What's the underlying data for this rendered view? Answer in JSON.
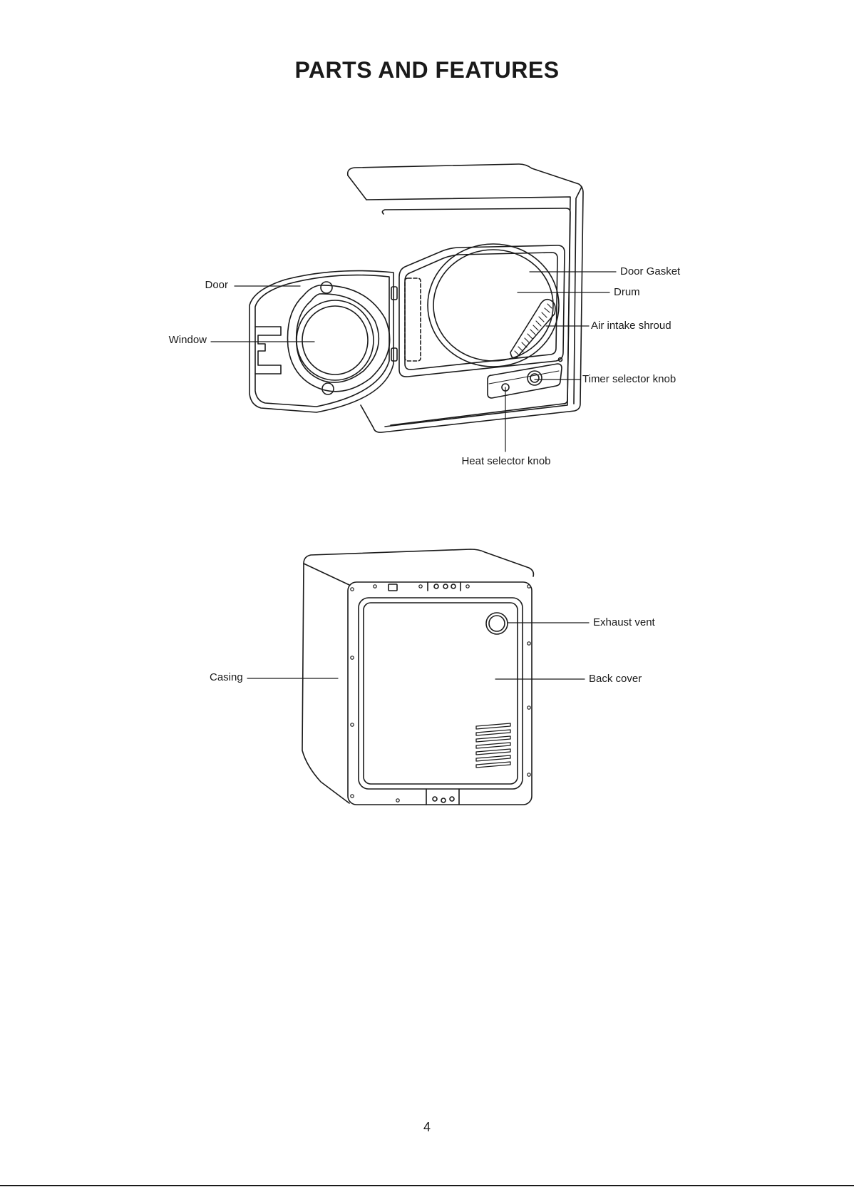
{
  "title": "PARTS AND FEATURES",
  "front_view": {
    "labels": {
      "door": "Door",
      "window": "Window",
      "door_gasket": "Door Gasket",
      "drum": "Drum",
      "air_intake_shroud": "Air intake shroud",
      "timer_selector_knob": "Timer selector knob",
      "heat_selector_knob": "Heat selector knob"
    }
  },
  "back_view": {
    "labels": {
      "casing": "Casing",
      "exhaust_vent": "Exhaust vent",
      "back_cover": "Back cover"
    }
  },
  "page_number": "4"
}
